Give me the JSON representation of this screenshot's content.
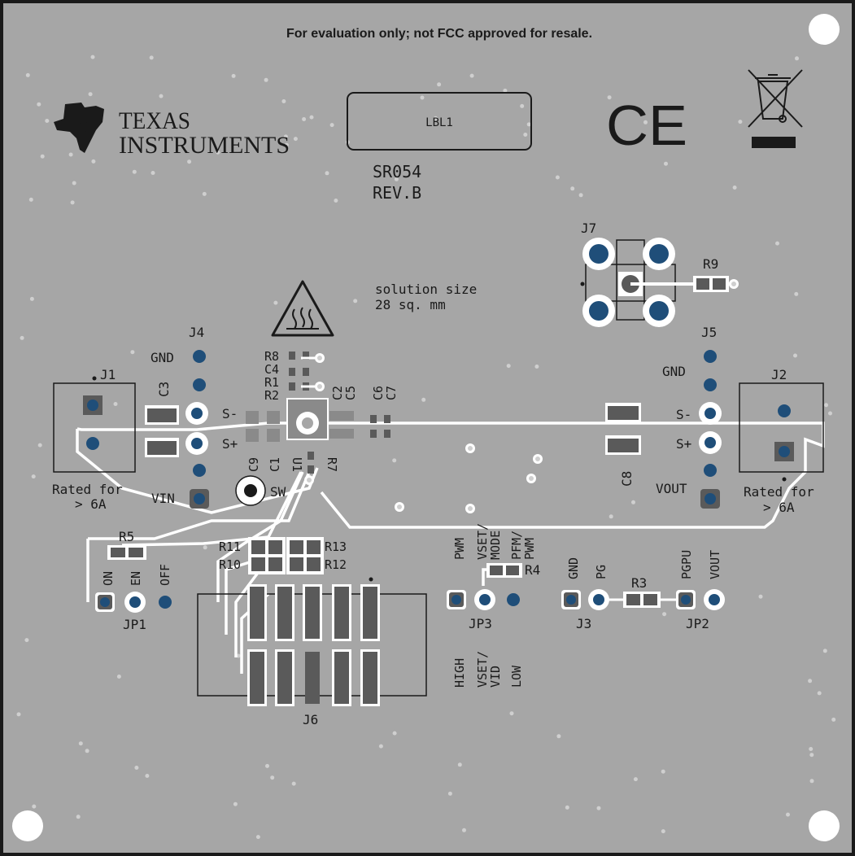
{
  "notice": "For evaluation only; not FCC approved for resale.",
  "brand": {
    "line1": "TEXAS",
    "line2": "INSTRUMENTS",
    "logo_icon": "ti-logo-icon"
  },
  "label_box": "LBL1",
  "board": {
    "id": "SR054",
    "rev": "REV.B"
  },
  "solution_size": {
    "line1": "solution size",
    "line2": "28 sq. mm"
  },
  "marks": {
    "ce": "CE",
    "weee_icon": "weee-crossed-bin-icon",
    "heat_icon": "hot-surface-warning-icon"
  },
  "connectors": {
    "j1": "J1",
    "j2": "J2",
    "j3": "J3",
    "j4": "J4",
    "j5": "J5",
    "j6": "J6",
    "j7": "J7",
    "jp1": "JP1",
    "jp2": "JP2",
    "jp3": "JP3"
  },
  "pins": {
    "gnd_left": "GND",
    "s_minus_left": "S-",
    "s_plus_left": "S+",
    "vin": "VIN",
    "gnd_right": "GND",
    "s_minus_right": "S-",
    "s_plus_right": "S+",
    "vout": "VOUT",
    "sw": "SW"
  },
  "rated": {
    "left_line1": "Rated for",
    "left_line2": "> 6A",
    "right_line1": "Rated for",
    "right_line2": "> 6A"
  },
  "components": {
    "r1": "R1",
    "r2": "R2",
    "r3": "R3",
    "r4": "R4",
    "r5": "R5",
    "r7": "R7",
    "r8": "R8",
    "r9": "R9",
    "r10": "R10",
    "r11": "R11",
    "r12": "R12",
    "r13": "R13",
    "c1": "C1",
    "c2": "C2",
    "c3": "C3",
    "c4": "C4",
    "c5": "C5",
    "c6": "C6",
    "c7": "C7",
    "c8": "C8",
    "c9": "C9",
    "u1": "U1"
  },
  "jp1_labels": {
    "on": "ON",
    "en": "EN",
    "off": "OFF"
  },
  "jp3_labels": {
    "pwm": "PWM",
    "vset_mode_1": "VSET/",
    "vset_mode_2": "MODE",
    "pfm_pwm_1": "PFM/",
    "pfm_pwm_2": "PWM",
    "high": "HIGH",
    "vset_vid_1": "VSET/",
    "vset_vid_2": "VID",
    "low": "LOW"
  },
  "j3_labels": {
    "gnd": "GND",
    "pg": "PG"
  },
  "jp2_labels": {
    "pgpu": "PGPU",
    "vout": "VOUT"
  },
  "colors": {
    "board": "#a6a6a6",
    "copper": "#ffffff",
    "pad_blue": "#1f4e79",
    "pad_grey": "#5a5a5a",
    "ink": "#1a1a1a"
  }
}
